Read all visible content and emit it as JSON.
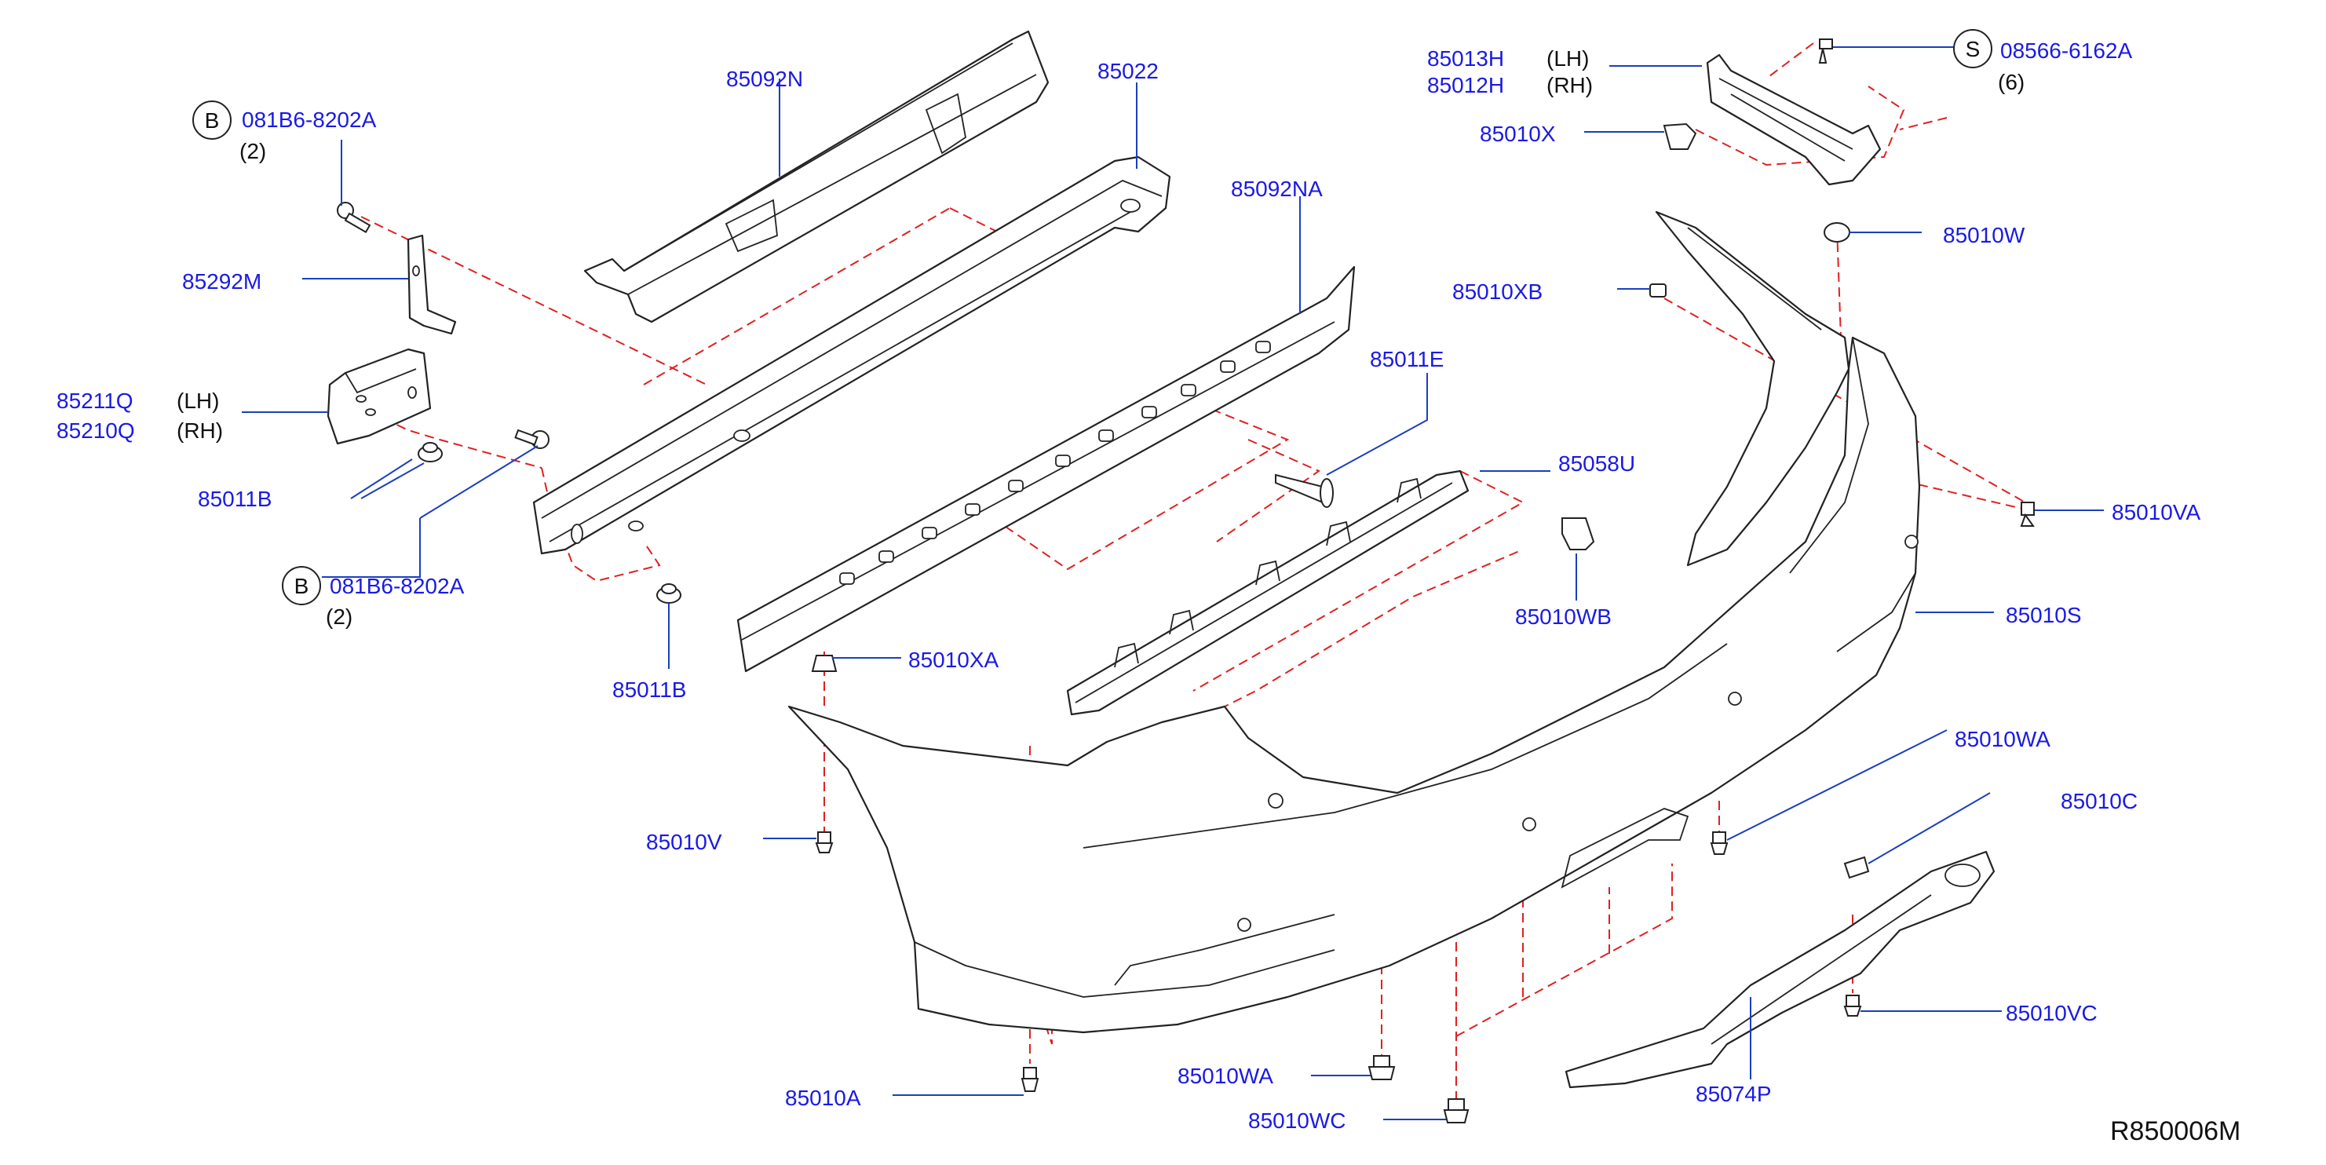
{
  "diagram": {
    "reference_code": "R850006M",
    "colors": {
      "label": "#1a1ae6",
      "leader": "#1a3fbf",
      "dashed": "#e02020",
      "outline": "#222222"
    },
    "labels": {
      "p85092N": "85092N",
      "p85022": "85022",
      "p85092NA": "85092NA",
      "p85292M": "85292M",
      "p85211Q": "85211Q",
      "p85210Q": "85210Q",
      "p85011B_top": "85011B",
      "p85011B_bottom": "85011B",
      "p85011E": "85011E",
      "p85058U": "85058U",
      "p85010WB": "85010WB",
      "p85010XA": "85010XA",
      "p85013H": "85013H",
      "p85012H": "85012H",
      "p85010X": "85010X",
      "p08566": "08566-6162A",
      "p85010W": "85010W",
      "p85010XB": "85010XB",
      "p85010VA": "85010VA",
      "p85010S": "85010S",
      "p85010WA_right": "85010WA",
      "p85010C": "85010C",
      "p85010VC": "85010VC",
      "p85074P": "85074P",
      "p85010V": "85010V",
      "p85010A": "85010A",
      "p85010WA_bottom": "85010WA",
      "p85010WC": "85010WC",
      "bolt_top": "081B6-8202A",
      "bolt_bottom": "081B6-8202A"
    },
    "side_tags": {
      "lh": "(LH)",
      "rh": "(RH)"
    },
    "quantities": {
      "bolt_top": "(2)",
      "bolt_bottom": "(2)",
      "screw_s": "(6)"
    },
    "badges": {
      "b_top": "B",
      "b_bottom": "B",
      "s": "S"
    }
  }
}
